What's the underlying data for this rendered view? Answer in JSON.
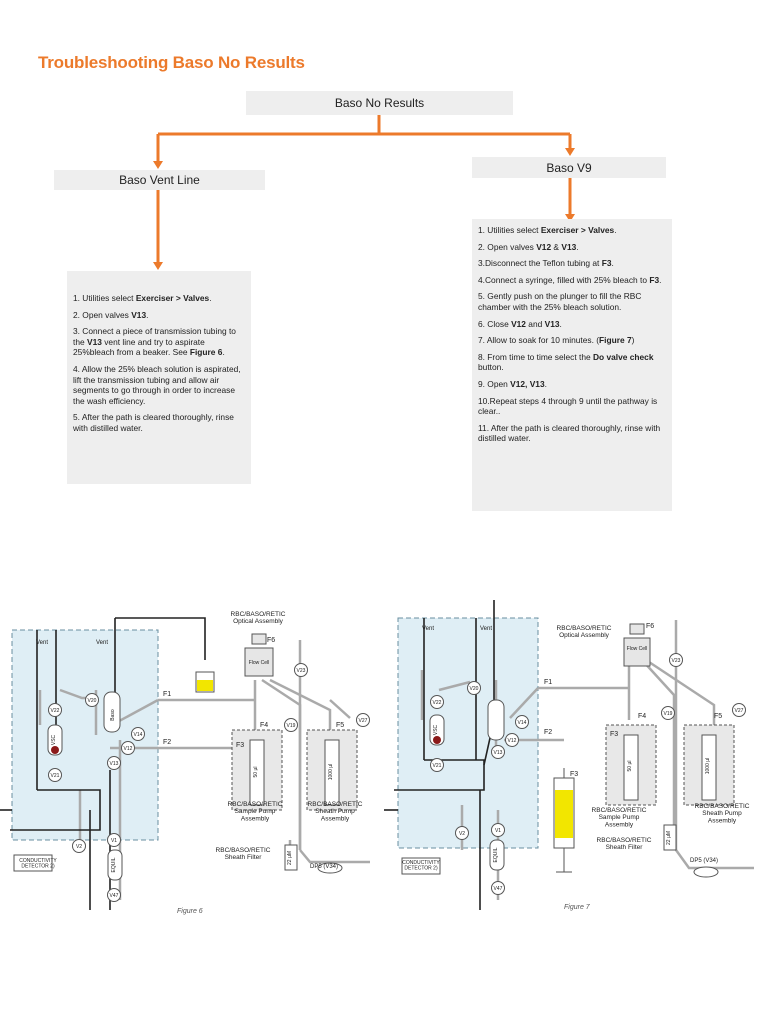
{
  "title": "Troubleshooting Baso No Results",
  "flow": {
    "root": "Baso No Results",
    "left": "Baso Vent Line",
    "right": "Baso V9"
  },
  "colors": {
    "accent": "#ec7a2b",
    "box": "#eeeeee",
    "chamber": "#dfeef5",
    "bleach": "#f2e600"
  },
  "left_steps": [
    [
      "1. Utilities select ",
      "Exerciser > Valves",
      "."
    ],
    [
      "2. Open valves ",
      "V13",
      "."
    ],
    [
      "3. Connect a piece of transmission tubing to the ",
      "V13",
      " vent line and try to aspirate 25%bleach from a beaker. See ",
      "Figure 6",
      "."
    ],
    [
      "4. Allow the 25% bleach solution is aspirated, lift the transmission tubing and allow air segments to go through in order to increase the wash efficiency."
    ],
    [
      "5. After the path is cleared thoroughly, rinse with distilled water."
    ]
  ],
  "right_steps": [
    [
      "1. Utilities select ",
      "Exerciser > Valves",
      "."
    ],
    [
      "2. Open valves ",
      "V12",
      " & ",
      "V13",
      "."
    ],
    [
      "3.Disconnect the Teflon tubing at ",
      "F3",
      "."
    ],
    [
      "4.Connect a syringe, filled with 25% bleach to ",
      "F3",
      "."
    ],
    [
      "5. Gently push on the plunger to fill the RBC chamber with the 25% bleach solution."
    ],
    [
      "6. Close ",
      "V12",
      " and ",
      "V13",
      "."
    ],
    [
      "7. Allow to soak for 10 minutes. (",
      "Figure 7",
      ")"
    ],
    [
      "8. From time to time select the ",
      "Do valve check",
      " button."
    ],
    [
      "9. Open ",
      "V12, V13",
      "."
    ],
    [
      "10.Repeat steps 4 through 9 until the pathway is clear.."
    ],
    [
      "11. After the path is cleared thoroughly, rinse with distilled water."
    ]
  ],
  "fig6": {
    "caption": "Figure 6",
    "optical": "RBC/BASO/RETIC\nOptical Assembly",
    "flow_cell": "Flow\nCell",
    "sample_pump": "RBC/BASO/RETIC\nSample Pump\nAssembly",
    "sheath_pump": "RBC/BASO/RETIC\nSheath Pump\nAssembly",
    "sheath_filter": "RBC/BASO/RETIC\nSheath Filter",
    "conductivity": "CONDUCTIVITY\nDETECTOR 2)",
    "dp5": "DP5 (V34)",
    "vent": "Vent",
    "baso": "Baso",
    "vsc": "VSC",
    "equil": "EQUIL",
    "micron": "22 µM",
    "v50": "50 µl",
    "v1000": "1000 µl"
  },
  "fig7": {
    "caption": "Figure 7"
  },
  "labels": {
    "F1": "F1",
    "F2": "F2",
    "F3": "F3",
    "F4": "F4",
    "F5": "F5",
    "F6": "F6",
    "V1": "V1",
    "V2": "V2",
    "V12": "V12",
    "V13": "V13",
    "V14": "V14",
    "V19": "V19",
    "V20": "V20",
    "V21": "V21",
    "V22": "V22",
    "V23": "V23",
    "V27": "V27",
    "V47": "V47"
  }
}
